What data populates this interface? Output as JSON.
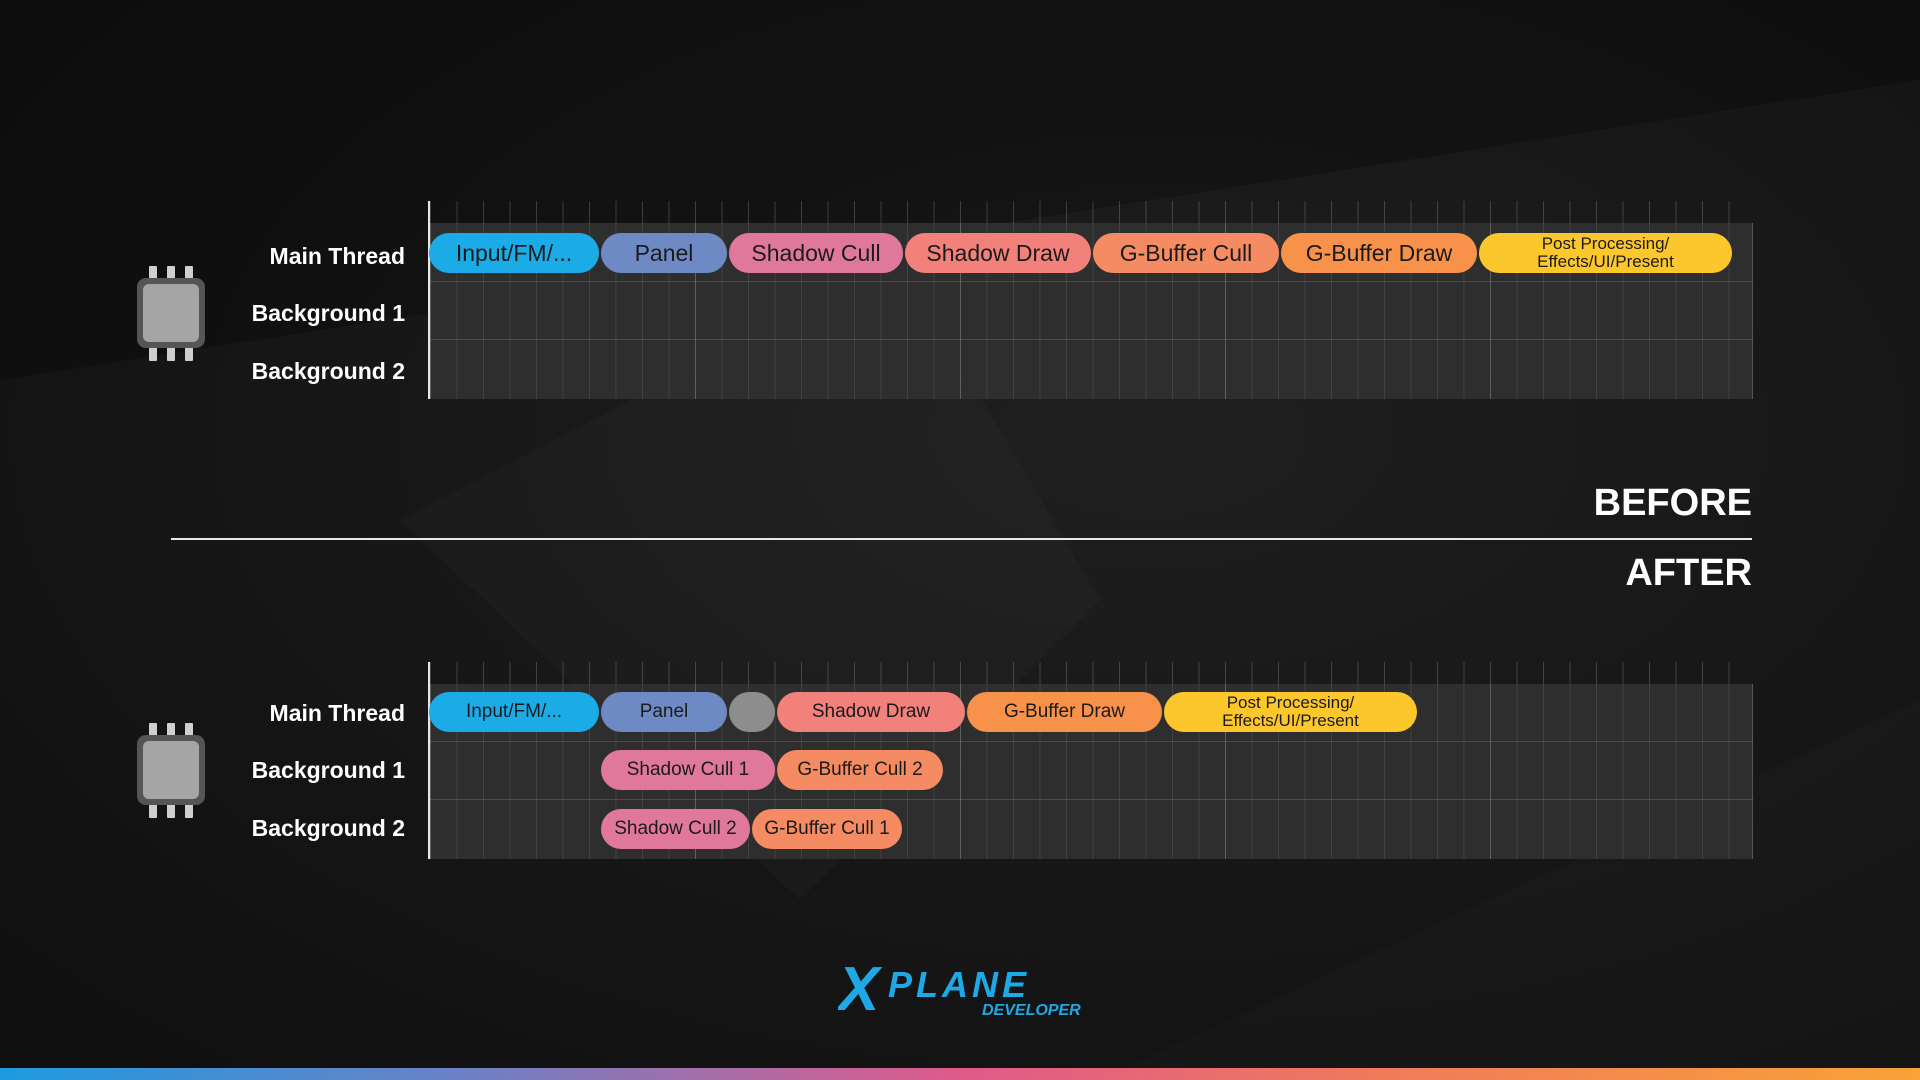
{
  "colors": {
    "input": "#1bace8",
    "panel": "#6e8ac4",
    "shadow_cull": "#e0789b",
    "shadow_draw": "#f2807b",
    "gbuffer_cull": "#f58b62",
    "gbuffer_draw": "#f8924a",
    "post": "#fcc72c",
    "idle": "#8d8d8d",
    "brand_blue": "#1fa8e6"
  },
  "before": {
    "title": "BEFORE",
    "rows": [
      "Main Thread",
      "Background 1",
      "Background 2"
    ],
    "tasks": {
      "main": [
        {
          "label": "Input/FM/..."
        },
        {
          "label": "Panel"
        },
        {
          "label": "Shadow Cull"
        },
        {
          "label": "Shadow Draw"
        },
        {
          "label": "G-Buffer Cull"
        },
        {
          "label": "G-Buffer Draw"
        },
        {
          "line1": "Post Processing/",
          "line2": "Effects/UI/Present"
        }
      ]
    }
  },
  "after": {
    "title": "AFTER",
    "rows": [
      "Main Thread",
      "Background 1",
      "Background 2"
    ],
    "tasks": {
      "main": [
        {
          "label": "Input/FM/..."
        },
        {
          "label": "Panel"
        },
        {
          "label": ""
        },
        {
          "label": "Shadow Draw"
        },
        {
          "label": "G-Buffer Draw"
        },
        {
          "line1": "Post Processing/",
          "line2": "Effects/UI/Present"
        }
      ],
      "bg1": [
        {
          "label": "Shadow Cull 1"
        },
        {
          "label": "G-Buffer Cull 2"
        }
      ],
      "bg2": [
        {
          "label": "Shadow Cull 2"
        },
        {
          "label": "G-Buffer Cull 1"
        }
      ]
    }
  },
  "logo": {
    "word": "XPLANE",
    "sub": "DEVELOPER"
  },
  "icons": [
    "cpu-chip-icon",
    "cpu-chip-icon"
  ]
}
